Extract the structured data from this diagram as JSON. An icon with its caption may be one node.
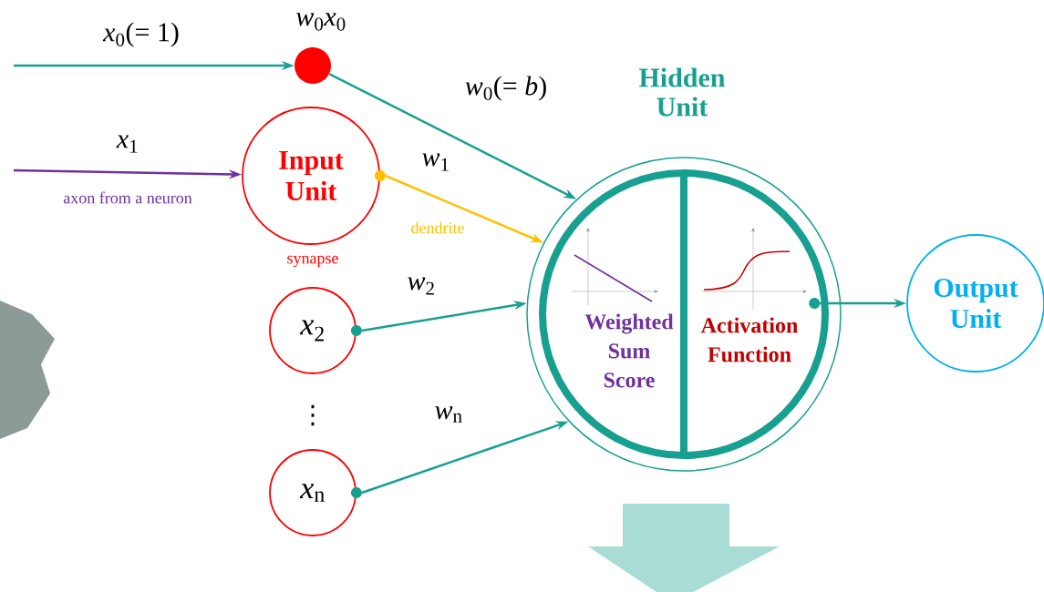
{
  "diagram": {
    "nodes": [
      {
        "text": [],
        "shape": "circle",
        "beside": [
          "*w*$_{0}$*x*$_{0}$"
        ]
      },
      {
        "text": [
          "Input Unit"
        ],
        "beside": [
          "synapse"
        ]
      },
      {
        "text": [
          "*x*$_{2}$"
        ]
      },
      {
        "text": [
          "*x*$_{n}$"
        ]
      },
      {
        "text": [
          "Hidden Unit"
        ]
      },
      {
        "text": [
          "Weighted Sum Score"
        ],
        "in": 4
      },
      {
        "text": [
          "Activation Function"
        ],
        "in": 4
      },
      {
        "text": [
          "Output Unit"
        ]
      }
    ],
    "edges": [
      {
        "from": null,
        "to": 0,
        "arrow": "to",
        "label": "*x*$_{0}$(= 1)"
      },
      {
        "from": null,
        "to": 1,
        "arrow": "to",
        "label": "*x*$_{1}$",
        "color": "#7030a0"
      },
      {
        "from": 0,
        "to": 4,
        "arrow": "to",
        "label": "*w*$_{0}$(= *b*)"
      },
      {
        "from": 1,
        "to": 4,
        "arrow": "to",
        "label": "*w*$_{1}$",
        "color": "#ffc000"
      },
      {
        "from": 2,
        "to": 4,
        "arrow": "to",
        "label": "*w*$_{2}$"
      },
      {
        "from": 3,
        "to": 4,
        "arrow": "to",
        "label": "*w*$_{n}$"
      },
      {
        "from": 6,
        "to": 7,
        "arrow": "to"
      }
    ],
    "labels": [
      "axon from a neuron",
      "dendrite",
      "⋮"
    ]
  }
}
